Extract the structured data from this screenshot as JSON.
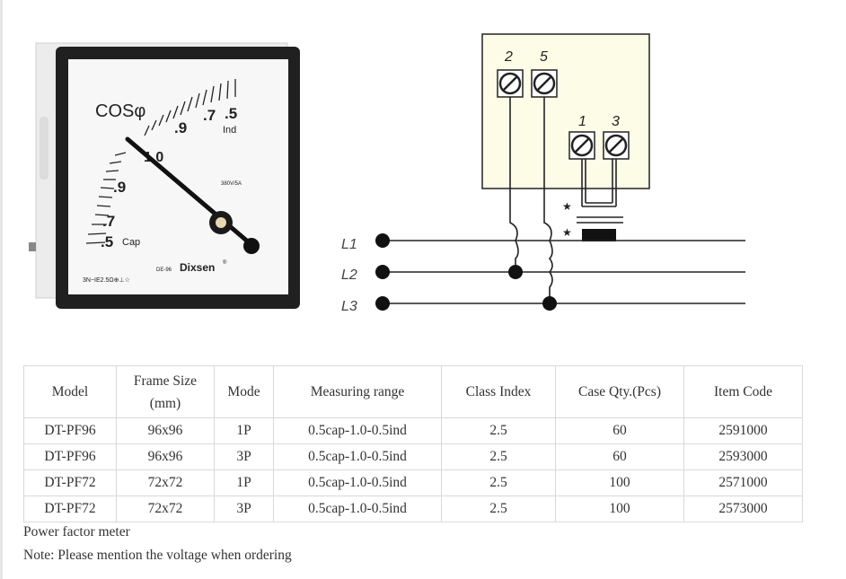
{
  "meter": {
    "dial_title": "COSφ",
    "scale_ind": [
      ".9",
      ".7",
      ".5"
    ],
    "ind_label": "Ind",
    "center_label": "1.0",
    "scale_cap": [
      ".9",
      ".7",
      ".5"
    ],
    "cap_label": "Cap",
    "rating": "380V/5A",
    "standard_marks": "3N~IE2.5Ω⊕⊥☆",
    "model_code": "DE-96",
    "brand": "Dixsen",
    "brand_mark": "®"
  },
  "wiring": {
    "terminals_top": [
      "2",
      "5"
    ],
    "terminals_right": [
      "1",
      "3"
    ],
    "lines": [
      "L1",
      "L2",
      "L3"
    ],
    "star_mark": "★"
  },
  "table": {
    "headers": [
      "Model",
      "Frame Size (mm)",
      "Mode",
      "Measuring range",
      "Class Index",
      "Case Qty.(Pcs)",
      "Item Code"
    ],
    "rows": [
      [
        "DT-PF96",
        "96x96",
        "1P",
        "0.5cap-1.0-0.5ind",
        "2.5",
        "60",
        "2591000"
      ],
      [
        "DT-PF96",
        "96x96",
        "3P",
        "0.5cap-1.0-0.5ind",
        "2.5",
        "60",
        "2593000"
      ],
      [
        "DT-PF72",
        "72x72",
        "1P",
        "0.5cap-1.0-0.5ind",
        "2.5",
        "100",
        "2571000"
      ],
      [
        "DT-PF72",
        "72x72",
        "3P",
        "0.5cap-1.0-0.5ind",
        "2.5",
        "100",
        "2573000"
      ]
    ]
  },
  "captions": {
    "title": "Power factor meter",
    "note": "Note: Please mention the voltage when ordering"
  }
}
